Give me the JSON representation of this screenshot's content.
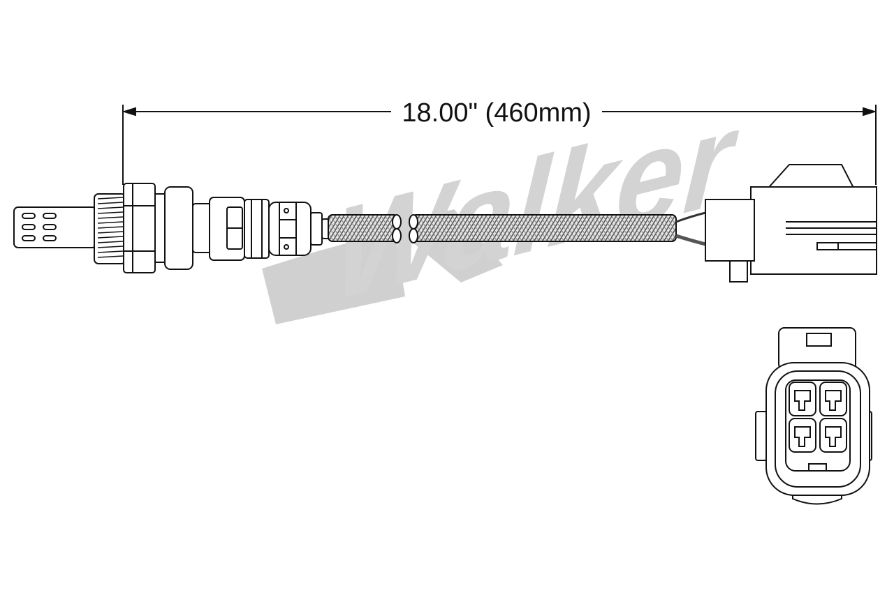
{
  "dimension": {
    "label": "18.00\" (460mm)"
  },
  "watermark": {
    "brand_text": "Walker"
  },
  "colors": {
    "outline": "#111111",
    "watermark": "#c9c9c9",
    "braid": "#8c8c8c",
    "background": "#ffffff"
  },
  "parts": {
    "sensor_tip_slots": 6,
    "connector_pin_count": 4
  }
}
